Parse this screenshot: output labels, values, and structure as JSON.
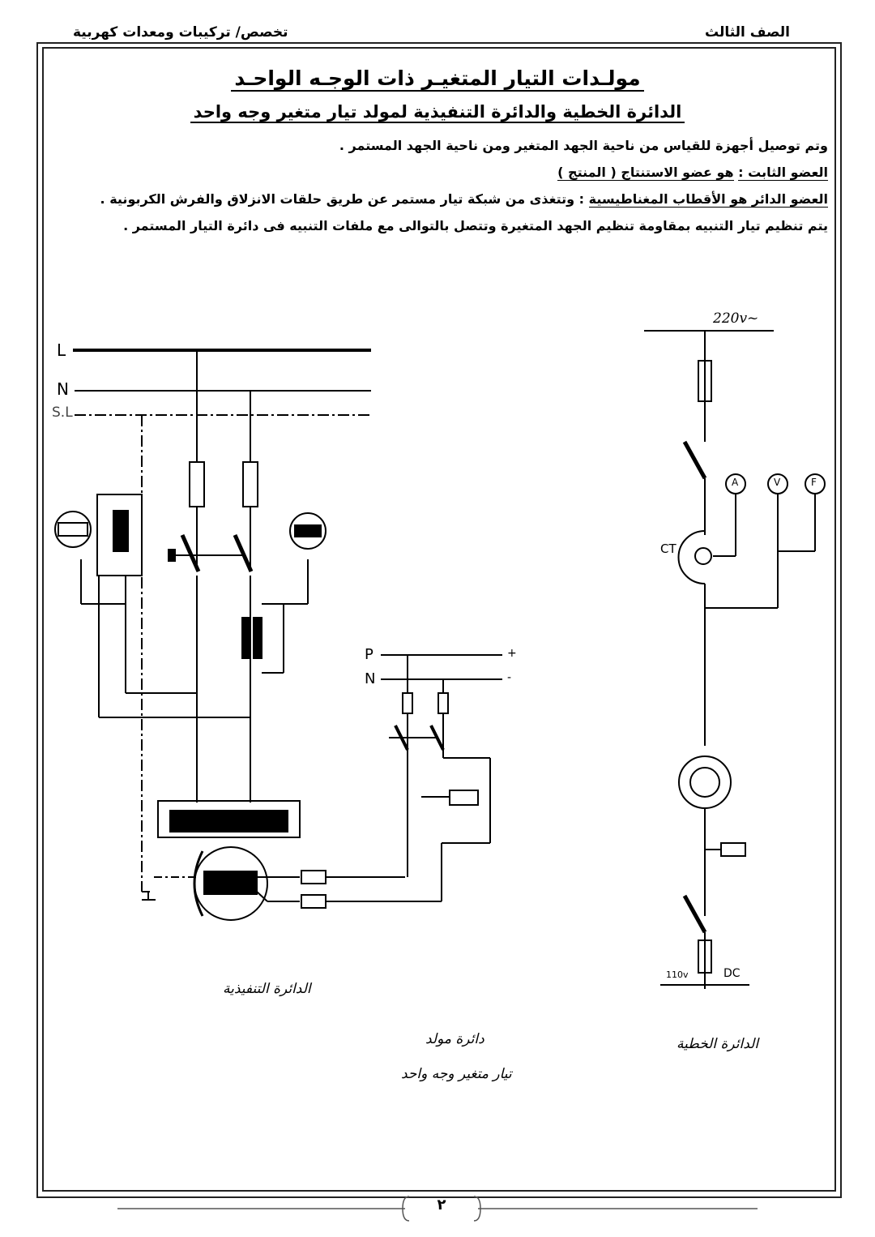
{
  "header": {
    "grade": "الصف الثالث",
    "specialization": "تخصص/ تركيبات ومعدات كهربية"
  },
  "title": "مولـدات التيار المتغيـر ذات الوجـه الواحـد",
  "subtitle": "الدائرة الخطية والدائرة التنفيذية لمولد تيار متغير وجه واحد",
  "lines": [
    {
      "text": "وتم توصيل أجهزة  للقياس من ناحية الجهد المتغير ومن ناحية الجهد المستمر ."
    },
    {
      "label": "العضو الثابت :",
      "text": "هو عضو الاستنتاج ( المنتج )"
    },
    {
      "label": "العضو الدائر هو الأقطاب المغناطيسية",
      "text": ":    وتتغذى من شبكة تيار مستمر عن طريق حلقات الانزلاق والفرش الكربونية ."
    },
    {
      "text": "يتم تنظيم تيار التنبيه بمقاومة تنظيم الجهد المتغيرة وتتصل بالتوالى مع ملفات التنبيه فى دائرة التيار المستمر ."
    }
  ],
  "diagram_labels": {
    "L": "L",
    "N": "N",
    "SL": "S.L",
    "P": "P",
    "N2": "N",
    "plus": "+",
    "minus": "-",
    "ac_supply": "220v~",
    "ammeter": "A",
    "voltmeter": "V",
    "freq": "F",
    "ct": "CT",
    "dc_voltage": "110v",
    "dc": "DC"
  },
  "captions": {
    "execution": "الدائرة التنفيذية",
    "generator": "دائرة مولد",
    "generator2": "تيار متغير وجه واحد",
    "schematic": "الدائرة الخطية"
  },
  "page_number": "٢"
}
